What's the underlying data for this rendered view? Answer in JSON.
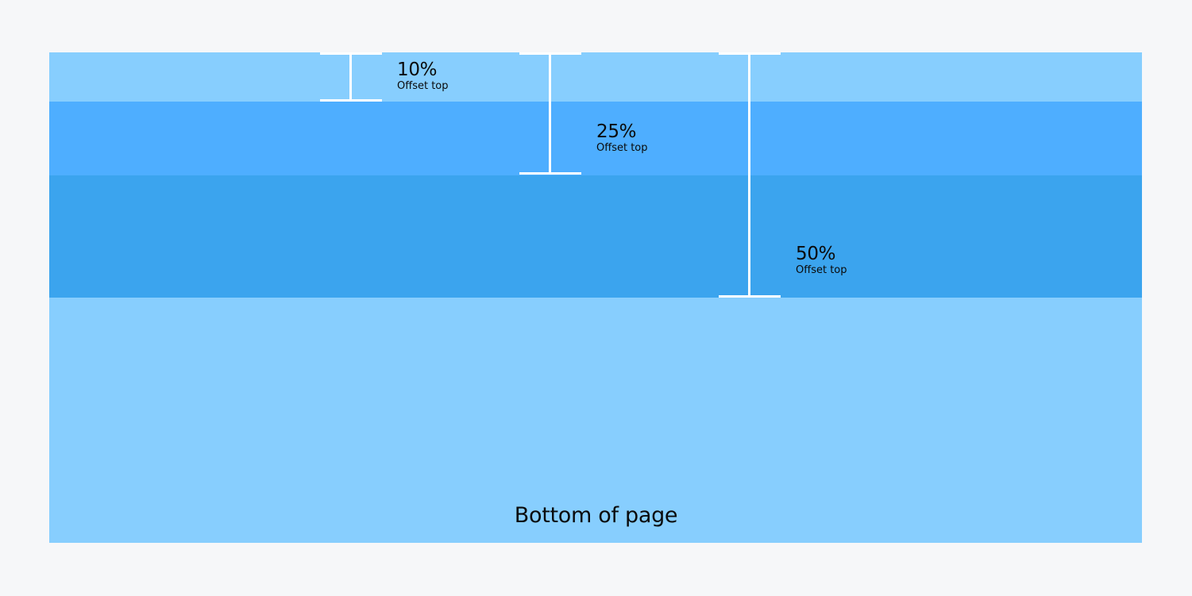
{
  "colors": {
    "background": "#f6f7f9",
    "light_band": "#87cefe",
    "mid_band": "#4eaeff",
    "dark_band": "#3ba4ee",
    "marker": "#ffffff",
    "text": "#0a0a0a"
  },
  "offsets": [
    {
      "value": "10%",
      "caption": "Offset top"
    },
    {
      "value": "25%",
      "caption": "Offset top"
    },
    {
      "value": "50%",
      "caption": "Offset top"
    }
  ],
  "bottom_label": "Bottom of page"
}
